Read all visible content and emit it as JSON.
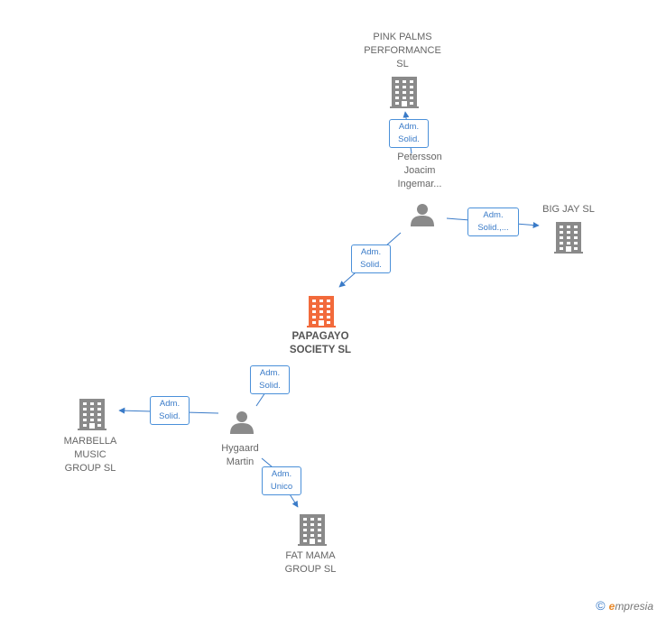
{
  "colors": {
    "building": "#8a8a8a",
    "building_main": "#f26a3b",
    "person": "#8a8a8a",
    "edge": "#3a7bc8"
  },
  "nodes": {
    "pink_palms": {
      "label": "PINK PALMS\nPERFORMANCE\nSL",
      "type": "company"
    },
    "petersson": {
      "label": "Petersson\nJoacim\nIngemar...",
      "type": "person"
    },
    "big_jay": {
      "label": "BIG JAY  SL",
      "type": "company"
    },
    "papagayo": {
      "label": "PAPAGAYO\nSOCIETY  SL",
      "type": "company-main"
    },
    "hygaard": {
      "label": "Hygaard\nMartin",
      "type": "person"
    },
    "marbella": {
      "label": "MARBELLA\nMUSIC\nGROUP  SL",
      "type": "company"
    },
    "fat_mama": {
      "label": "FAT MAMA\nGROUP  SL",
      "type": "company"
    }
  },
  "edges": {
    "e1": {
      "label": "Adm.\nSolid."
    },
    "e2": {
      "label": "Adm.\nSolid.,..."
    },
    "e3": {
      "label": "Adm.\nSolid."
    },
    "e4": {
      "label": "Adm.\nSolid."
    },
    "e5": {
      "label": "Adm.\nSolid."
    },
    "e6": {
      "label": "Adm.\nUnico"
    }
  },
  "brand": {
    "symbol": "©",
    "first": "e",
    "rest": "mpresia"
  }
}
